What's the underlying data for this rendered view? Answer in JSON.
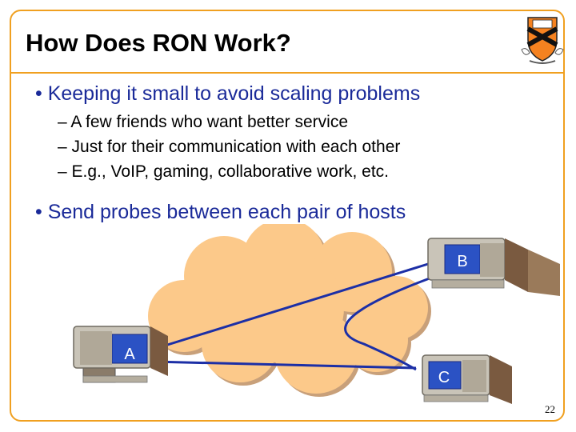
{
  "slide": {
    "title": "How Does RON Work?",
    "bullets": [
      {
        "text": "• Keeping it small to avoid scaling problems"
      },
      {
        "text": "• Send probes between each pair of hosts"
      }
    ],
    "sub_bullets": [
      {
        "text": "– A few friends who want better service"
      },
      {
        "text": "– Just for their communication with each other"
      },
      {
        "text": "– E.g., VoIP, gaming, collaborative work, etc."
      }
    ],
    "page_number": "22"
  },
  "diagram": {
    "hosts": [
      {
        "label": "A"
      },
      {
        "label": "B"
      },
      {
        "label": "C"
      }
    ],
    "colors": {
      "cloud": "#fcc98a",
      "path": "#1c2fa6",
      "monitor_screen": "#2b52c4",
      "accent": "#f0a020"
    }
  }
}
